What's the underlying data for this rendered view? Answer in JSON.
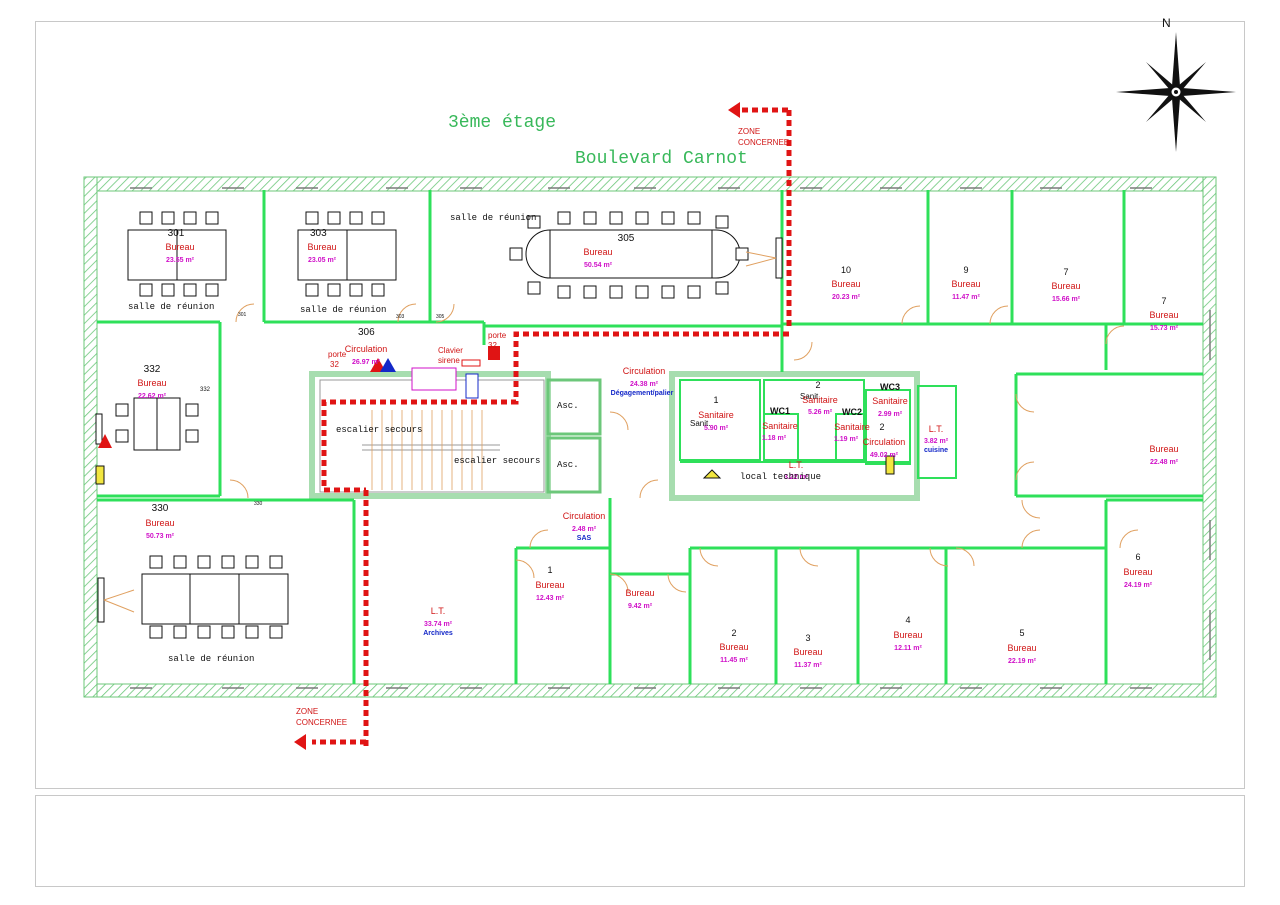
{
  "plan": {
    "title": "3ème étage",
    "street": "Boulevard Carnot",
    "zone_top": [
      "ZONE",
      "CONCERNEE"
    ],
    "zone_bottom": [
      "ZONE",
      "CONCERNEE"
    ],
    "north": "N"
  },
  "rooms": {
    "r301": {
      "num": "301",
      "type": "Bureau",
      "area": "23.55  m²",
      "note": "salle de réunion",
      "door": "301"
    },
    "r303": {
      "num": "303",
      "type": "Bureau",
      "area": "23.05  m²",
      "note": "salle de réunion",
      "door": "303"
    },
    "r305": {
      "num": "305",
      "type": "Bureau",
      "area": "50.54  m²",
      "note": "salle de réunion",
      "door": "305"
    },
    "r10": {
      "num": "10",
      "type": "Bureau",
      "area": "20.23  m²"
    },
    "r9": {
      "num": "9",
      "type": "Bureau",
      "area": "11.47  m²"
    },
    "r7a": {
      "num": "7",
      "type": "Bureau",
      "area": "15.66  m²"
    },
    "r7b": {
      "num": "7",
      "type": "Bureau",
      "area": "15.73  m²"
    },
    "r332": {
      "num": "332",
      "type": "Bureau",
      "area": "22.62  m²",
      "door": "332"
    },
    "r306": {
      "num": "306",
      "circ": "Circulation",
      "area": "26.97  m²",
      "porte_a": "porte",
      "porte_a_num": "32",
      "clavier": "Clavier",
      "sirene": "sirene",
      "porte_b": "porte",
      "porte_b_num": "32"
    },
    "circ_main": {
      "type": "Circulation",
      "area": "24.38  m²",
      "note": "Dégagement/palier"
    },
    "stairs": {
      "a": "escalier secours",
      "b": "escalier secours"
    },
    "asc": {
      "a": "Asc.",
      "b": "Asc."
    },
    "san1": {
      "num": "1",
      "type": "Sanitaire",
      "area": "5.90  m²",
      "note": "Sanit."
    },
    "san2": {
      "num": "2",
      "type": "Sanitaire",
      "area": "5.26  m²",
      "note": "Sanit."
    },
    "wc1": {
      "num": "WC1",
      "type": "Sanitaire",
      "area": "1.18  m²"
    },
    "wc2": {
      "num": "WC2",
      "type": "Sanitaire",
      "area": "1.19  m²"
    },
    "wc3": {
      "num": "WC3",
      "type": "Sanitaire",
      "area": "2.99  m²"
    },
    "circ2": {
      "num": "2",
      "type": "Circulation",
      "area": "49.02  m²"
    },
    "lt_small": {
      "type": "L.T.",
      "area": "3.82  m²",
      "note": "cuisine"
    },
    "lt_tech": {
      "type": "L.T.",
      "area": "3.22  m²",
      "note": "local technique"
    },
    "r_bureau_e": {
      "type": "Bureau",
      "area": "22.48  m²"
    },
    "r330": {
      "num": "330",
      "type": "Bureau",
      "area": "50.73  m²",
      "note": "salle de réunion",
      "door": "330"
    },
    "sas": {
      "type": "Circulation",
      "area": "2.48  m²",
      "note": "SAS"
    },
    "lt_arch": {
      "type": "L.T.",
      "area": "33.74  m²",
      "note": "Archives"
    },
    "b1": {
      "num": "1",
      "type": "Bureau",
      "area": "12.43  m²"
    },
    "b_small": {
      "type": "Bureau",
      "area": "9.42  m²"
    },
    "b2": {
      "num": "2",
      "type": "Bureau",
      "area": "11.45  m²"
    },
    "b3": {
      "num": "3",
      "type": "Bureau",
      "area": "11.37  m²"
    },
    "b4": {
      "num": "4",
      "type": "Bureau",
      "area": "12.11  m²"
    },
    "b5": {
      "num": "5",
      "type": "Bureau",
      "area": "22.19  m²"
    },
    "b6": {
      "num": "6",
      "type": "Bureau",
      "area": "24.19  m²"
    }
  },
  "colors": {
    "wall_green": "#2ee05a",
    "hatch": "#6cc77a",
    "zone_red": "#e01414",
    "label_red": "#d01515",
    "area_magenta": "#d010c8",
    "blue": "#1428c8"
  }
}
